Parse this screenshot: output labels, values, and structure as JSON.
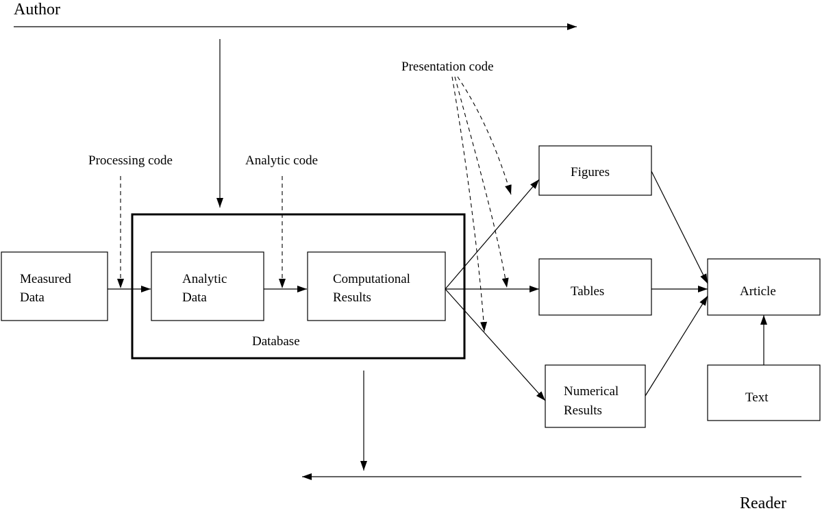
{
  "flow": {
    "author": "Author",
    "reader": "Reader"
  },
  "code_labels": {
    "processing": "Processing code",
    "analytic": "Analytic code",
    "presentation": "Presentation code"
  },
  "nodes": {
    "measured_data": [
      "Measured",
      "Data"
    ],
    "analytic_data": [
      "Analytic",
      "Data"
    ],
    "computational_results": [
      "Computational",
      "Results"
    ],
    "database": "Database",
    "figures": "Figures",
    "tables": "Tables",
    "numerical_results": [
      "Numerical",
      "Results"
    ],
    "article": "Article",
    "text": "Text"
  }
}
